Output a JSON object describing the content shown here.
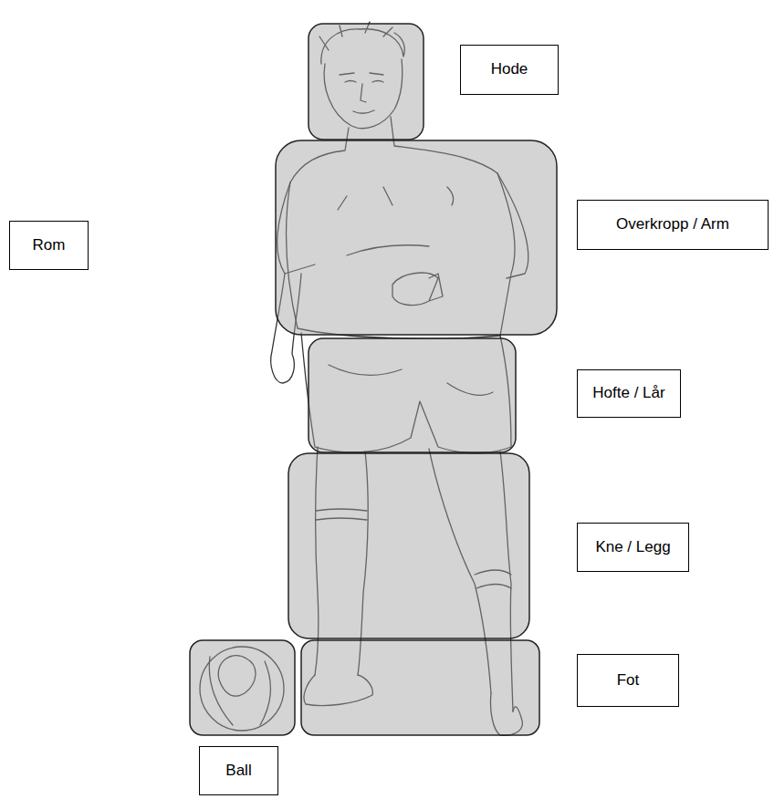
{
  "diagram": {
    "nodes": [
      {
        "text": [
          "Hode"
        ]
      },
      {
        "text": [
          "Rom"
        ]
      },
      {
        "text": [
          "Overkropp / Arm"
        ]
      },
      {
        "text": [
          "Hofte / Lår"
        ]
      },
      {
        "text": [
          "Kne / Legg"
        ]
      },
      {
        "text": [
          "Fot"
        ]
      },
      {
        "text": [
          "Ball"
        ]
      }
    ]
  }
}
